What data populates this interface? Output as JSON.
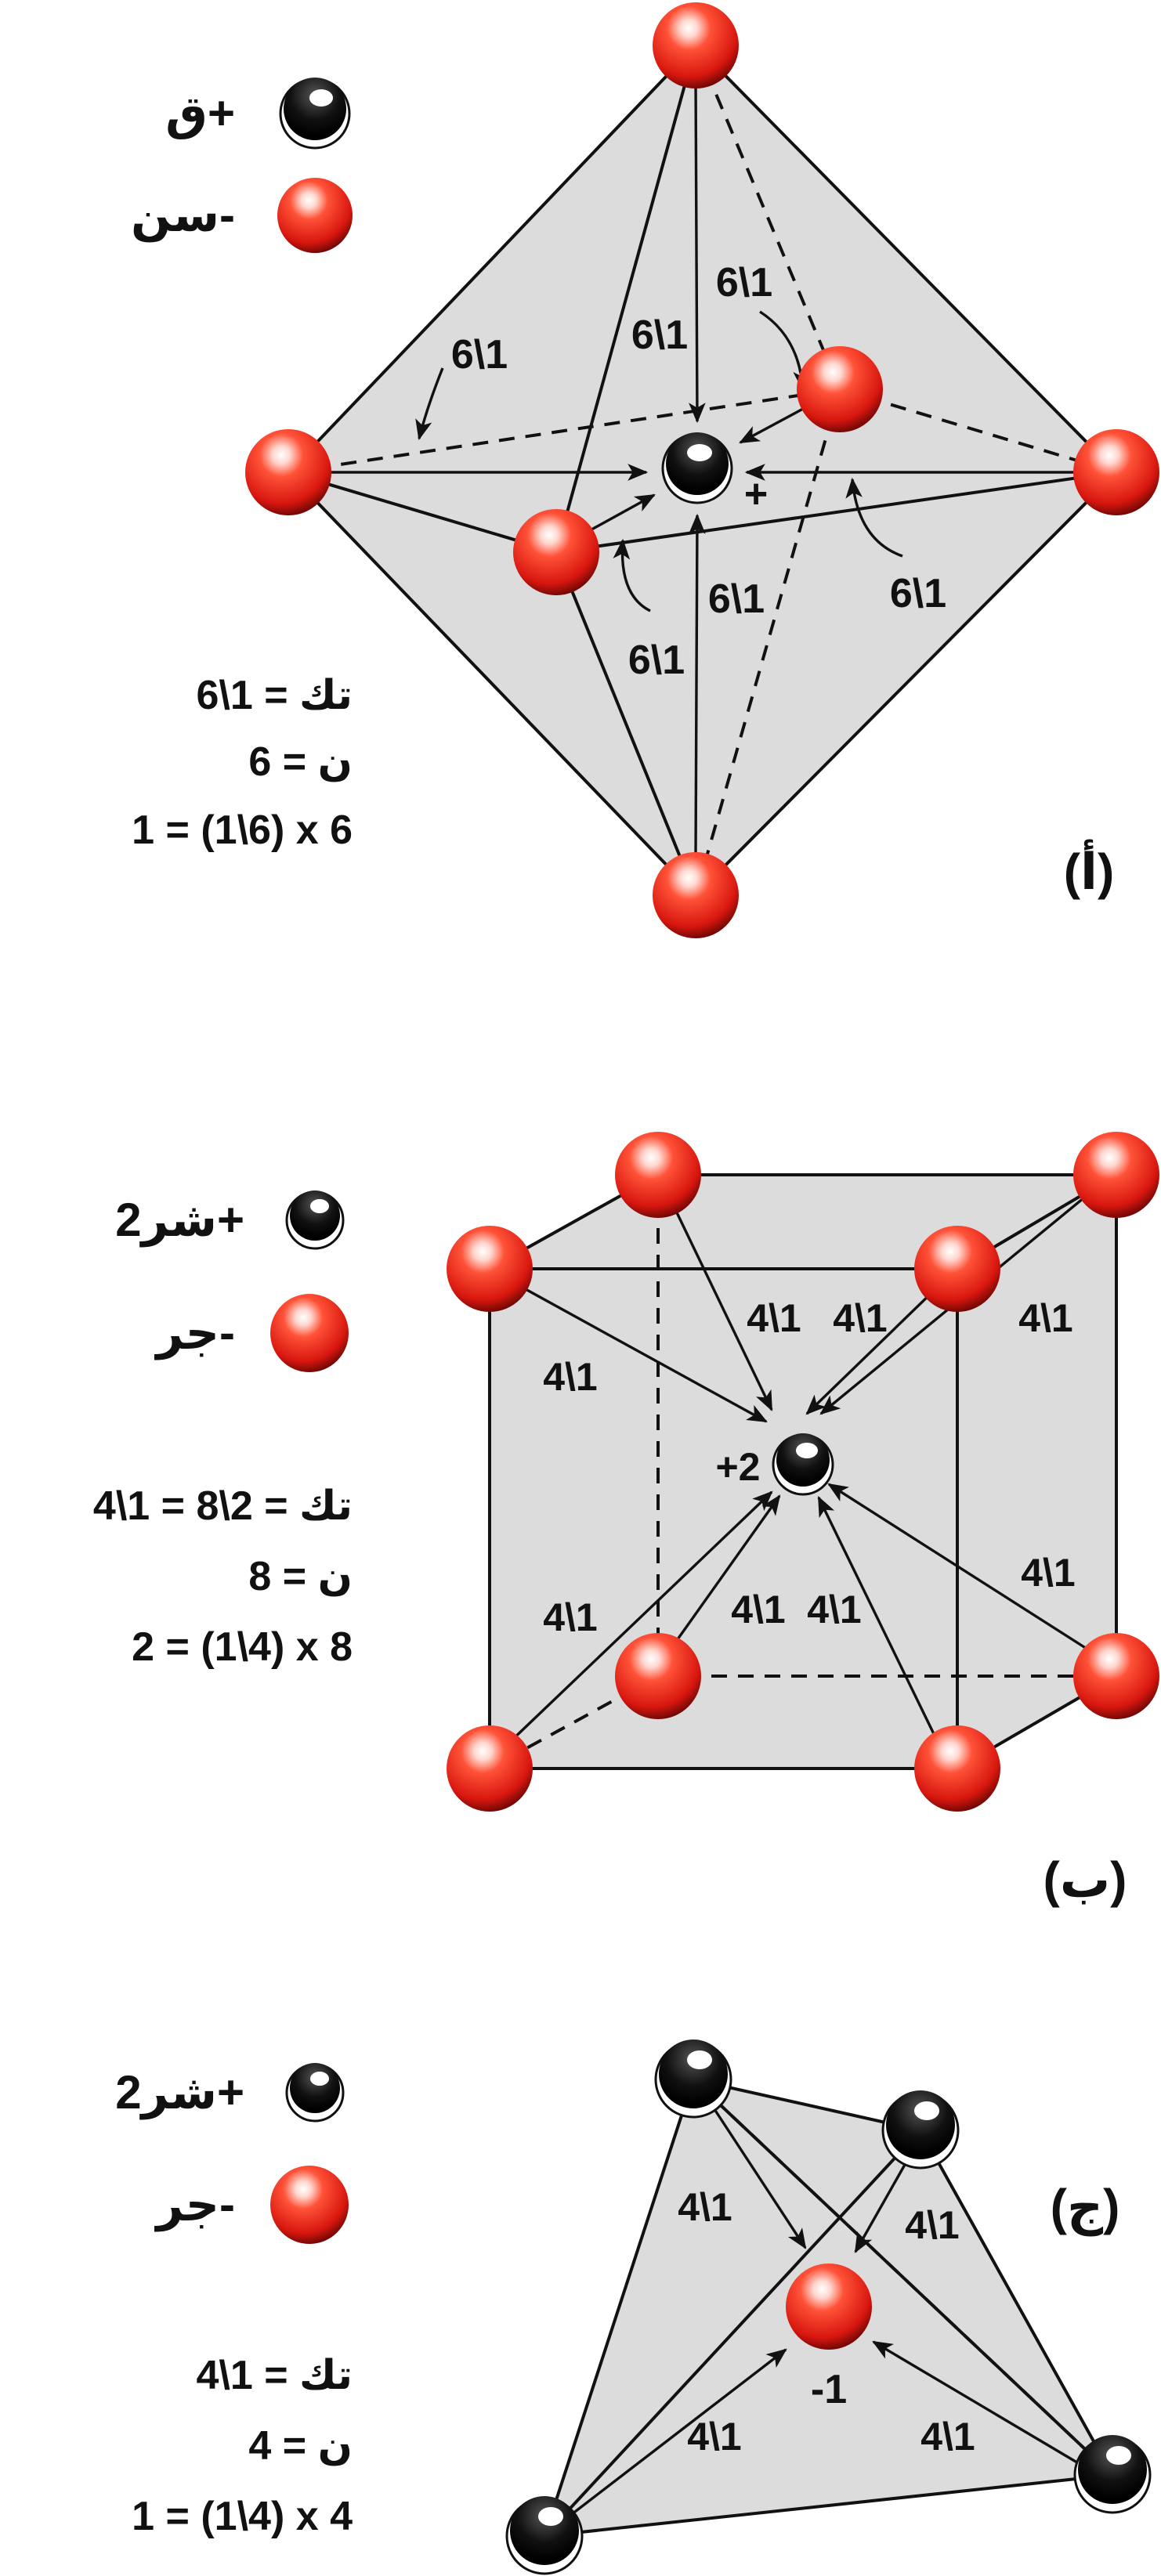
{
  "panels": [
    {
      "id": "a",
      "panel_label": "(أ)",
      "legend": [
        {
          "ion": "cation",
          "text": "ق+",
          "color": "#111111"
        },
        {
          "ion": "anion",
          "text": "سن-",
          "color": "#e8281e"
        }
      ],
      "edge_fraction": "6\\1",
      "center_charge": "+",
      "equations": [
        "تك = 1\\6",
        "ن = 6",
        "1 = (1\\6) x 6"
      ]
    },
    {
      "id": "b",
      "panel_label": "(ب)",
      "legend": [
        {
          "ion": "cation",
          "text": "شر2+",
          "color": "#111111"
        },
        {
          "ion": "anion",
          "text": "جر-",
          "color": "#e8281e"
        }
      ],
      "edge_fraction": "4\\1",
      "center_charge": "+2",
      "equations": [
        "تك = 2\\8 = 1\\4",
        "ن = 8",
        "2 = (1\\4) x 8"
      ]
    },
    {
      "id": "c",
      "panel_label": "(ج)",
      "legend": [
        {
          "ion": "cation",
          "text": "شر2+",
          "color": "#111111"
        },
        {
          "ion": "anion",
          "text": "جر-",
          "color": "#e8281e"
        }
      ],
      "edge_fraction": "4\\1",
      "center_charge": "-1",
      "equations": [
        "تك = 1\\4",
        "ن = 4",
        "1 = (1\\4) x 4"
      ]
    }
  ]
}
